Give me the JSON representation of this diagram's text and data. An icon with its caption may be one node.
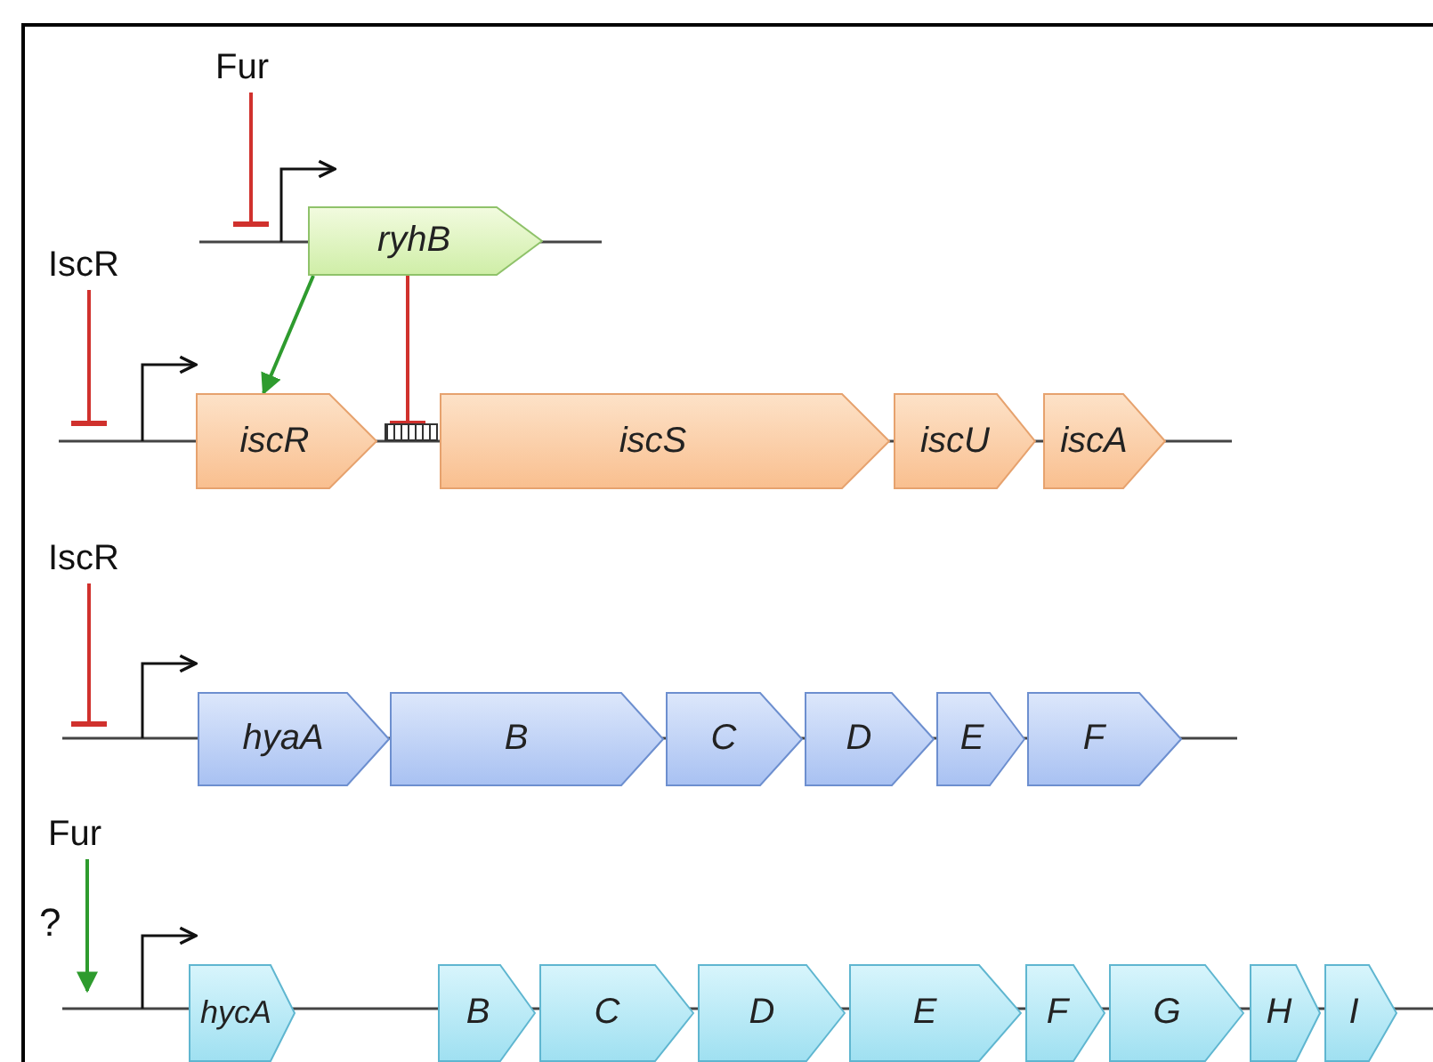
{
  "diagram": {
    "nodes": [
      {
        "text": [
          "Fur"
        ]
      },
      {
        "text": [
          "ryhB"
        ]
      },
      {
        "text": [
          "IscR"
        ]
      },
      {
        "text": [
          "iscR"
        ]
      },
      {
        "text": [],
        "shape": "box"
      },
      {
        "text": [
          "iscS"
        ]
      },
      {
        "text": [
          "iscU"
        ]
      },
      {
        "text": [
          "iscA"
        ]
      },
      {
        "text": [
          "IscR"
        ]
      },
      {
        "text": [
          "hyaA"
        ]
      },
      {
        "text": [
          "B"
        ]
      },
      {
        "text": [
          "C"
        ]
      },
      {
        "text": [
          "D"
        ]
      },
      {
        "text": [
          "E"
        ]
      },
      {
        "text": [
          "F"
        ]
      },
      {
        "text": [
          "Fur"
        ]
      },
      {
        "text": [
          "hycA"
        ]
      },
      {
        "text": [
          "B"
        ]
      },
      {
        "text": [
          "C"
        ]
      },
      {
        "text": [
          "D"
        ]
      },
      {
        "text": [
          "E"
        ]
      },
      {
        "text": [
          "F"
        ]
      },
      {
        "text": [
          "G"
        ]
      },
      {
        "text": [
          "H"
        ]
      },
      {
        "text": [
          "I"
        ]
      }
    ],
    "edges": [
      {
        "from": 0,
        "to": null,
        "arrow": "other"
      },
      {
        "from": 1,
        "to": 3,
        "arrow": "to",
        "color": "#2e9b2e"
      },
      {
        "from": 1,
        "to": 4,
        "arrow": "other"
      },
      {
        "from": 2,
        "to": null,
        "arrow": "other"
      },
      {
        "from": 8,
        "to": null,
        "arrow": "other"
      },
      {
        "from": 15,
        "to": null,
        "arrow": "to",
        "color": "#2e9b2e"
      }
    ],
    "labels": [
      "?"
    ]
  }
}
